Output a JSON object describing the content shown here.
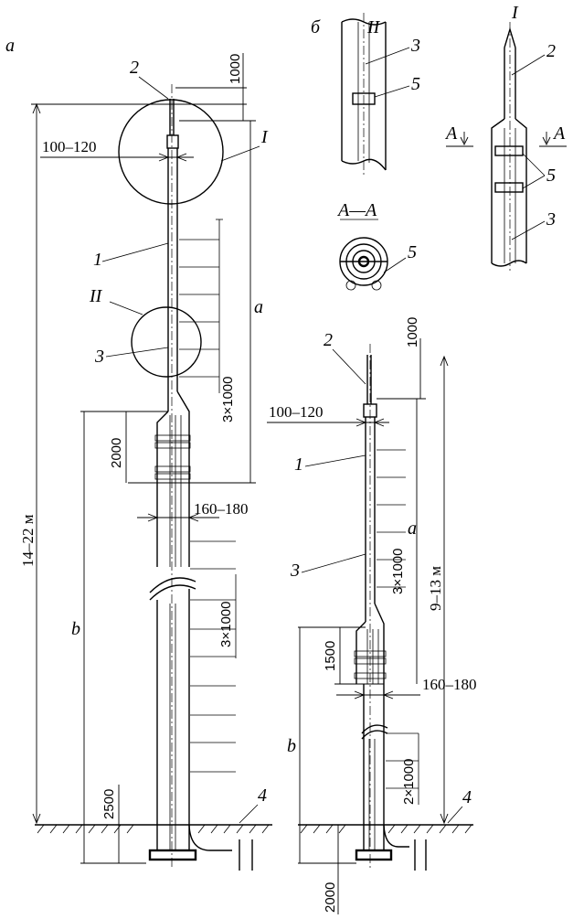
{
  "labels": {
    "view_a": "а",
    "view_b": "б",
    "detail_1": "I",
    "detail_2": "II",
    "section_aa": "А—А",
    "cut_a_left": "А",
    "cut_a_right": "А",
    "callout_1": "1",
    "callout_2": "2",
    "callout_3": "3",
    "callout_4": "4",
    "callout_5": "5",
    "dim_a": "a",
    "dim_b": "b"
  },
  "dimensions": {
    "tall_total": "14–22 м",
    "short_total": "9–13 м",
    "top_extension": "1000",
    "gap_top": "100–120",
    "base_dia": "160–180",
    "splice_tall": "2000",
    "splice_short": "1500",
    "step_upper": "3×1000",
    "step_lower_tall": "3×1000",
    "step_lower_short": "2×1000",
    "embed_tall": "2500",
    "embed_short": "2000"
  }
}
